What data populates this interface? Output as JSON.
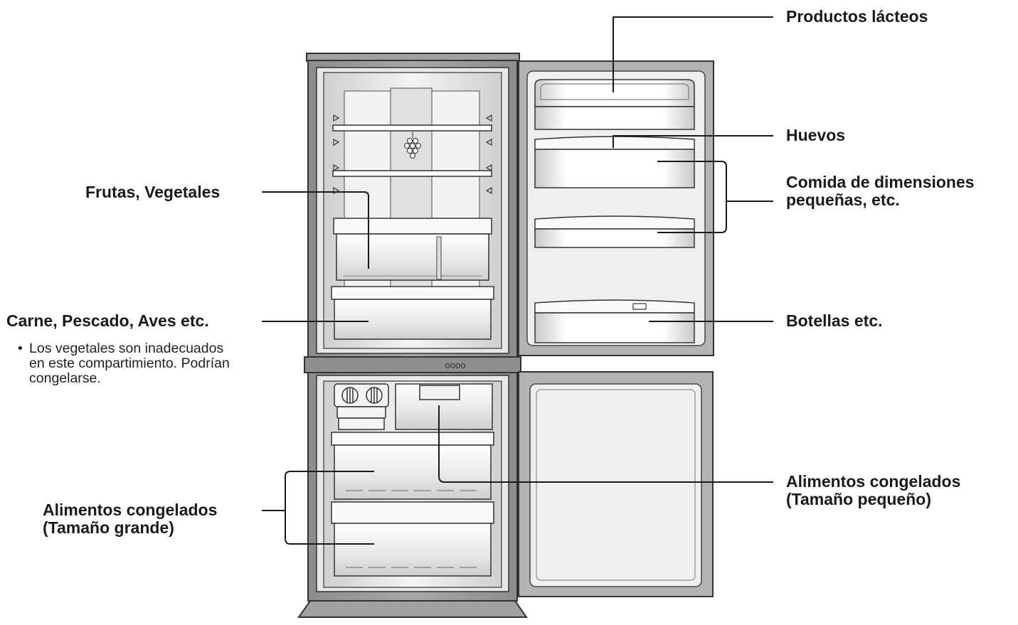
{
  "labels": {
    "dairy": "Productos lácteos",
    "eggs": "Huevos",
    "small_food_line1": "Comida de dimensiones",
    "small_food_line2": "pequeñas, etc.",
    "bottles": "Botellas etc.",
    "fruits": "Frutas, Vegetales",
    "meat": "Carne, Pescado, Aves etc.",
    "frozen_small_line1": "Alimentos congelados",
    "frozen_small_line2": "(Tamaño pequeño)",
    "frozen_large_line1": "Alimentos congelados",
    "frozen_large_line2": "(Tamaño grande)"
  },
  "note": {
    "bullet": "•",
    "line1": "Los vegetales son inadecuados",
    "line2": "en este compartimiento. Podrían",
    "line3": "congelarse."
  },
  "panel": {
    "indicator": "oooo"
  }
}
